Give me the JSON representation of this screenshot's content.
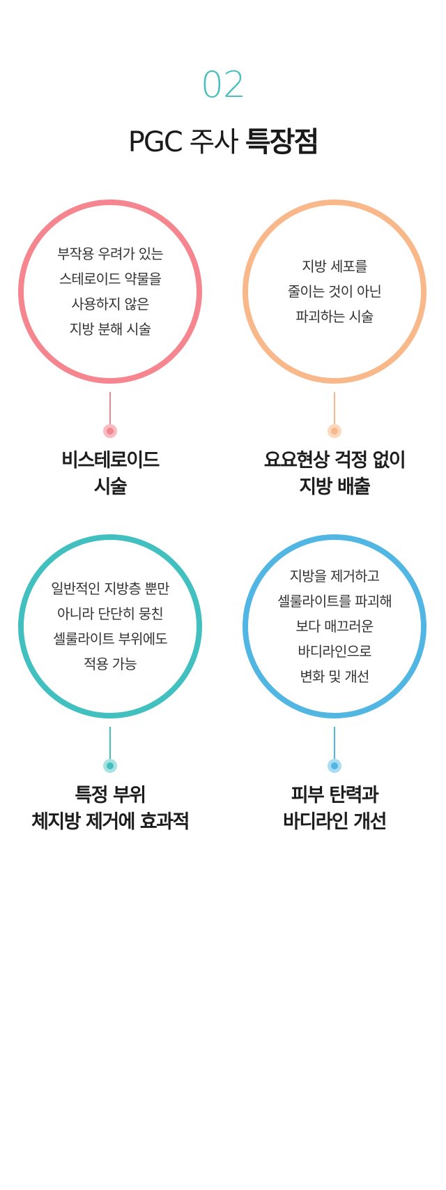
{
  "section": {
    "number": "02",
    "title_regular": "PGC 주사",
    "title_bold": "특장점"
  },
  "cards": [
    {
      "color": "#f5858f",
      "dot_color": "#f9bcc1",
      "circle_lines": [
        "부작용 우려가 있는",
        "스테로이드 약물을",
        "사용하지 않은",
        "지방 분해 시술"
      ],
      "label_lines": [
        "비스테로이드",
        "시술"
      ]
    },
    {
      "color": "#f9b88a",
      "dot_color": "#fcd8bd",
      "circle_lines": [
        "지방 세포를",
        "줄이는 것이 아닌",
        "파괴하는 시술"
      ],
      "label_lines": [
        "요요현상 걱정 없이",
        "지방 배출"
      ]
    },
    {
      "color": "#42c0c0",
      "dot_color": "#a9e2e2",
      "circle_lines": [
        "일반적인 지방층 뿐만",
        "아니라 단단히 뭉친",
        "셀룰라이트 부위에도",
        "적용 가능"
      ],
      "label_lines": [
        "특정 부위",
        "체지방 제거에 효과적"
      ]
    },
    {
      "color": "#52b6e2",
      "dot_color": "#acdcf2",
      "circle_lines": [
        "지방을 제거하고",
        "셀룰라이트를 파괴해",
        "보다 매끄러운",
        "바디라인으로",
        "변화 및 개선"
      ],
      "label_lines": [
        "피부 탄력과",
        "바디라인 개선"
      ]
    }
  ]
}
